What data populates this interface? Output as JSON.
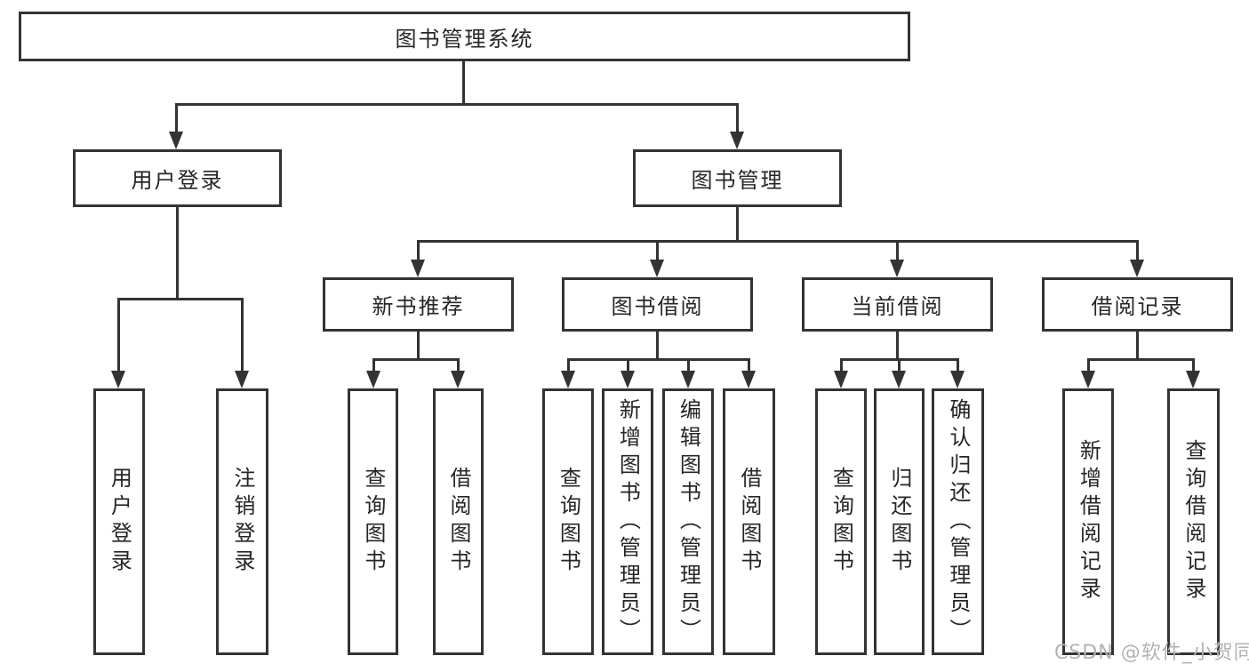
{
  "diagram": {
    "title": "图书管理系统",
    "user_login": {
      "label": "用户登录",
      "children": [
        {
          "label": "用户登录"
        },
        {
          "label": "注销登录"
        }
      ]
    },
    "book_mgmt": {
      "label": "图书管理",
      "sections": [
        {
          "label": "新书推荐",
          "children": [
            {
              "label": "查询图书"
            },
            {
              "label": "借阅图书"
            }
          ]
        },
        {
          "label": "图书借阅",
          "children": [
            {
              "label": "查询图书"
            },
            {
              "label": "新增图书（管理员）"
            },
            {
              "label": "编辑图书（管理员）"
            },
            {
              "label": "借阅图书"
            }
          ]
        },
        {
          "label": "当前借阅",
          "children": [
            {
              "label": "查询图书"
            },
            {
              "label": "归还图书"
            },
            {
              "label": "确认归还（管理员）"
            }
          ]
        },
        {
          "label": "借阅记录",
          "children": [
            {
              "label": "新增借阅记录"
            },
            {
              "label": "查询借阅记录"
            }
          ]
        }
      ]
    }
  },
  "watermark": "CSDN @软件_小贺同学",
  "colors": {
    "line": "#333333",
    "text": "#262626",
    "box_fill": "#ffffff",
    "background": "#ffffff",
    "watermark": "#b3b3b3"
  }
}
